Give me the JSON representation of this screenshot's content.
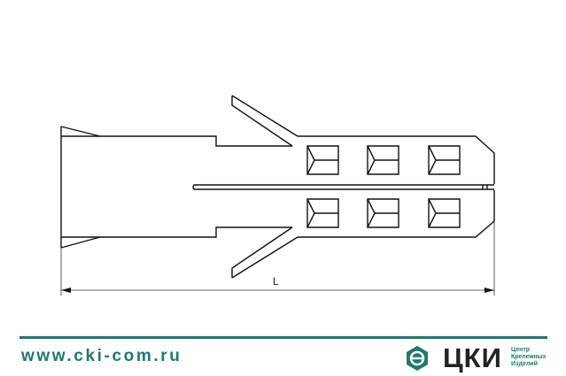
{
  "drawing": {
    "dimension_label": "L",
    "line_color": "#111111"
  },
  "footer": {
    "url": "www.cki-com.ru",
    "brand": "ЦКИ",
    "brand_subtitle": [
      "Центр",
      "Крепежных",
      "Изделий"
    ],
    "accent_color": "#1d7a6b"
  }
}
